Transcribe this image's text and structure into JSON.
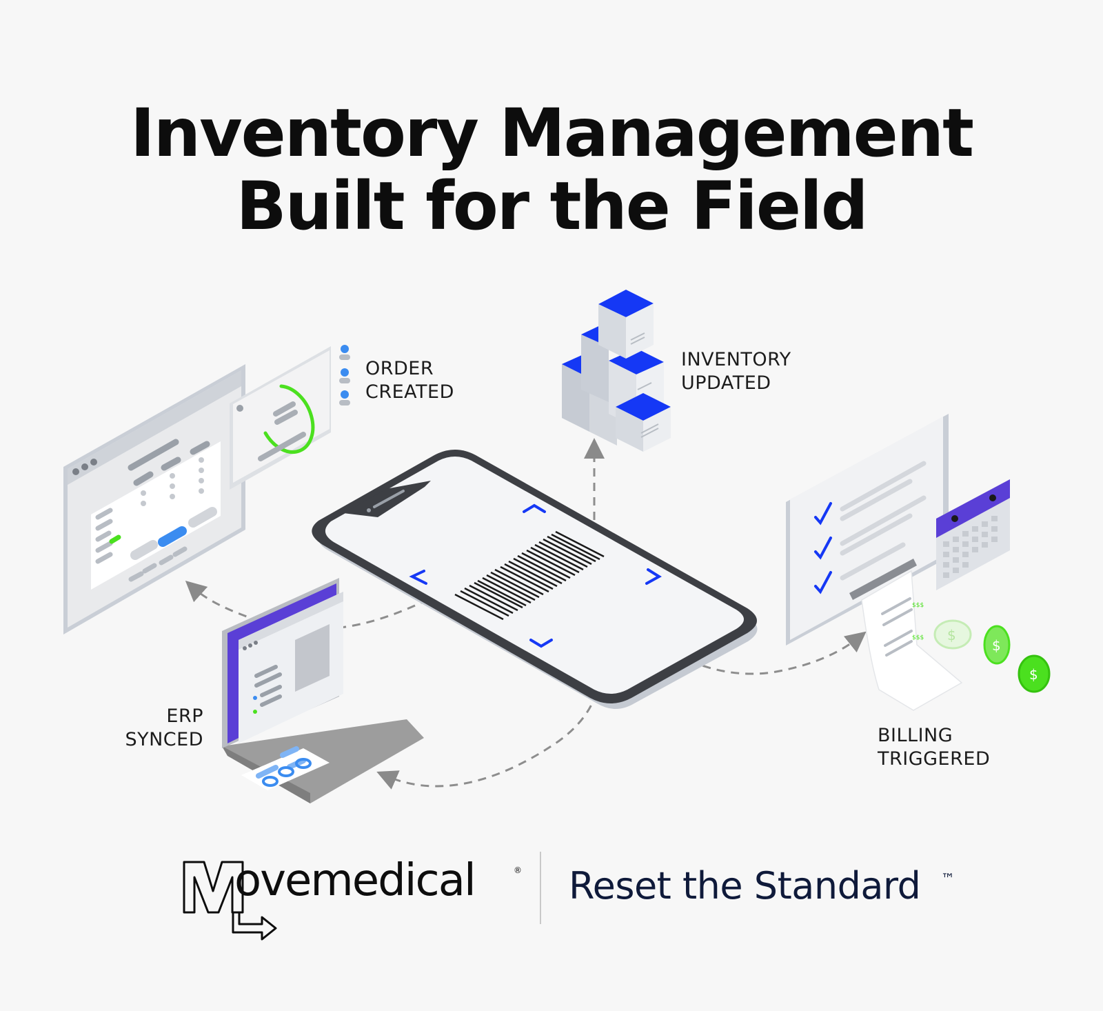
{
  "title": {
    "line1": "Inventory Management",
    "line2": "Built for the Field"
  },
  "steps": {
    "order_created": {
      "line1": "ORDER",
      "line2": "CREATED"
    },
    "inventory_updated": {
      "line1": "INVENTORY",
      "line2": "UPDATED"
    },
    "erp_synced": {
      "line1": "ERP",
      "line2": "SYNCED"
    },
    "billing_triggered": {
      "line1": "BILLING",
      "line2": "TRIGGERED"
    }
  },
  "footer": {
    "brand": "ovemedical",
    "registered_mark": "®",
    "tagline": "Reset the Standard",
    "trademark": "™"
  },
  "colors": {
    "background": "#f7f7f7",
    "accent_blue": "#1538f5",
    "accent_green": "#4be01f",
    "accent_purple": "#5a3fd6",
    "navy": "#0f1a3a"
  },
  "icons": [
    "phone-icon",
    "barcode-icon",
    "boxes-icon",
    "browser-window-icon",
    "laptop-icon",
    "checklist-icon",
    "calendar-icon",
    "receipt-icon",
    "dollar-coin-icon"
  ]
}
